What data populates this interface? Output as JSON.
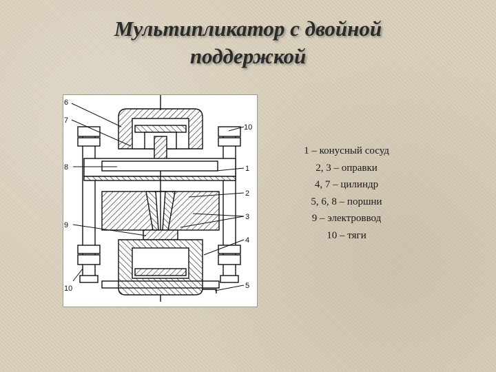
{
  "title": {
    "line1": "Мультипликатор с двойной",
    "line2": "поддержкой"
  },
  "figure": {
    "callouts": [
      "6",
      "7",
      "8",
      "9",
      "10",
      "10",
      "1",
      "2",
      "3",
      "4",
      "5"
    ]
  },
  "legend": [
    "1 – конусный сосуд",
    "2, 3 – оправки",
    "4, 7 – цилиндр",
    "5, 6, 8 – поршни",
    "9 – электроввод",
    "10 – тяги"
  ]
}
